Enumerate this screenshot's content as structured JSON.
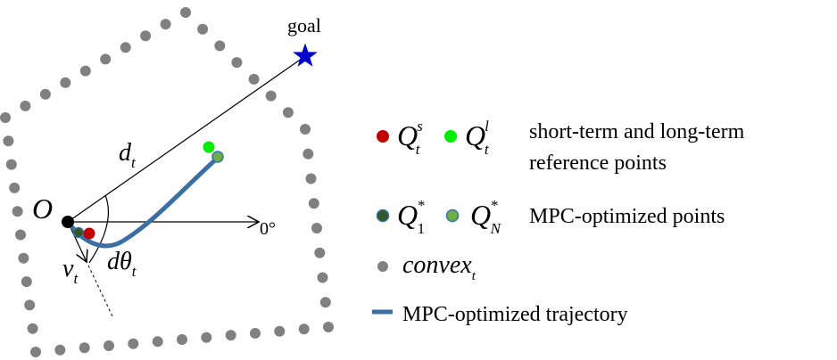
{
  "labels": {
    "goal": "goal",
    "origin": "O",
    "zero_deg": "0°",
    "distance": "d",
    "distance_sub": "t",
    "velocity": "v",
    "velocity_sub": "t",
    "angle": "dθ",
    "angle_sub": "t"
  },
  "legend": {
    "ref_short_symbol": "Q",
    "ref_short_sub": "t",
    "ref_short_sup": "s",
    "ref_long_symbol": "Q",
    "ref_long_sub": "t",
    "ref_long_sup": "l",
    "ref_line1": "short-term and long-term",
    "ref_line2": "reference points",
    "mpc_first_symbol": "Q",
    "mpc_first_sub": "1",
    "mpc_first_sup": "*",
    "mpc_last_symbol": "Q",
    "mpc_last_sub": "N",
    "mpc_last_sup": "*",
    "mpc_points_text": "MPC-optimized points",
    "convex_symbol": "convex",
    "convex_sub": "t",
    "trajectory_text": "MPC-optimized trajectory"
  },
  "colors": {
    "convex_dot": "#808080",
    "short_term_ref": "#c00000",
    "long_term_ref": "#00ee00",
    "mpc_point_fill": "#70ad47",
    "mpc_point_first_fill": "#375623",
    "mpc_point_stroke": "#2e75b6",
    "trajectory": "#3a6fa5",
    "goal_star": "#0000cc",
    "origin_dot": "#000000"
  }
}
